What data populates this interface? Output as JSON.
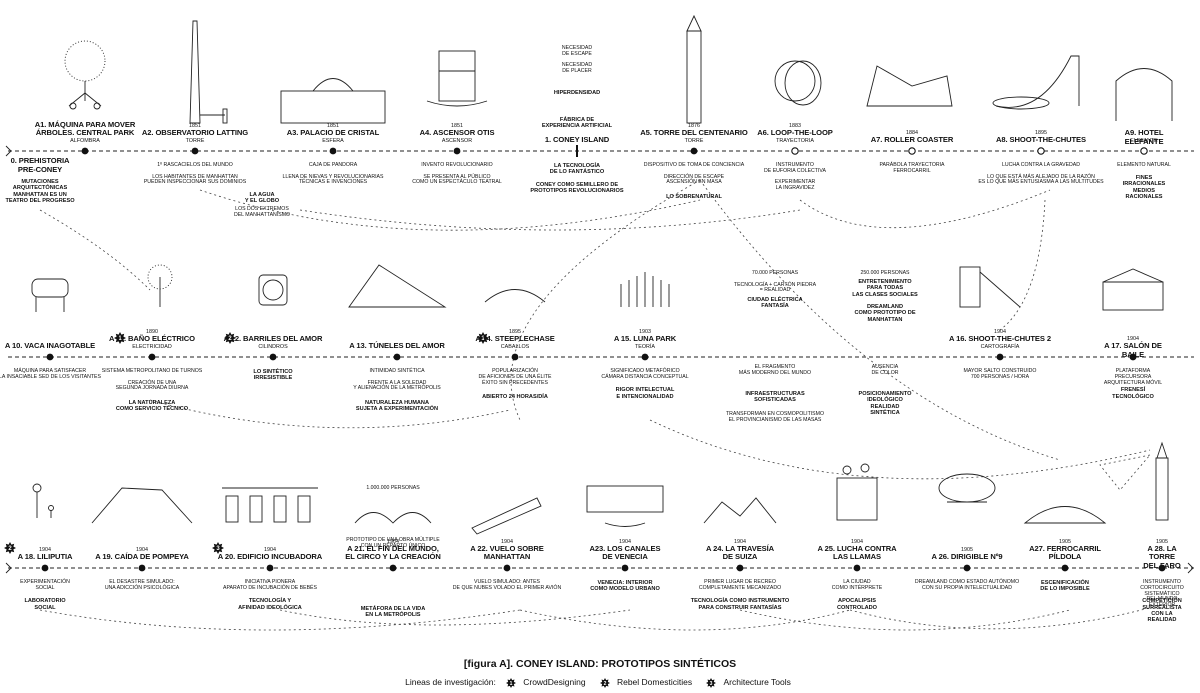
{
  "caption": "[figura A]. CONEY ISLAND: PROTOTIPOS SINTÉTICOS",
  "legend": {
    "label": "Lineas de investigación:",
    "items": [
      {
        "num": "1",
        "name": "CrowdDesigning"
      },
      {
        "num": "2",
        "name": "Rebel Domesticities"
      },
      {
        "num": "3",
        "name": "Architecture Tools"
      }
    ]
  },
  "nodes": [
    {
      "id": "a0",
      "row": 1,
      "title": "0. PREHISTORIA\nPRE-CONEY",
      "year": "",
      "sub": "",
      "desc": "",
      "bold": "MUTACIONES\nARQUITECTÓNICAS\nMANHATTAN ES UN\nTEATRO DEL PROGRESO",
      "marker": "none"
    },
    {
      "id": "a1",
      "row": 1,
      "title": "A1. MÁQUINA PARA MOVER\nÁRBOLES. CENTRAL PARK",
      "year": "",
      "sub": "ALFOMBRA",
      "desc": "",
      "bold": "",
      "marker": "filled"
    },
    {
      "id": "a2",
      "row": 1,
      "title": "A2. OBSERVATORIO LATTING",
      "year": "1851",
      "sub": "TORRE",
      "desc": "1º RASCACIELOS DEL MUNDO\n\nLOS HABITANTES DE MANHATTAN\nPUEDEN INSPECCIONAR SUS DOMINIOS",
      "bold": "",
      "marker": "filled"
    },
    {
      "id": "a3",
      "row": 1,
      "title": "A3. PALACIO DE CRISTAL",
      "year": "1851",
      "sub": "ESFERA",
      "desc": "CAJA DE PANDORA\n\nLLENA DE NIEVAS Y REVOLUCIONARIAS\nTÉCNICAS E INVENCIONES",
      "bold": "",
      "marker": "filled"
    },
    {
      "id": "a4",
      "row": 1,
      "title": "A4. ASCENSOR OTIS",
      "year": "1851",
      "sub": "ASCENSOR",
      "desc": "INVENTO REVOLUCIONARIO\n\nSE PRESENTA AL PÚBLICO\nCOMO UN ESPECTÁCULO TEATRAL",
      "bold": "",
      "marker": "filled"
    },
    {
      "id": "c1",
      "row": 1,
      "title": "1. CONEY ISLAND",
      "year": "",
      "sub": "",
      "desc": "",
      "bold": "LA TECNOLOGÍA\nDE LO FANTÁSTICO\n\nCONEY COMO SEMILLERO DE\nPROTOTIPOS REVOLUCIONARIOS",
      "marker": "tick"
    },
    {
      "id": "a5",
      "row": 1,
      "title": "A5. TORRE DEL CENTENARIO",
      "year": "1876",
      "sub": "TORRE",
      "desc": "DISPOSITIVO DE TOMA DE CONCIENCIA\n\nDIRECCIÓN DE ESCAPE\nASCENSIÓN EN MASA",
      "bold": "LO SOBRENATURAL",
      "marker": "filled"
    },
    {
      "id": "a6",
      "row": 1,
      "title": "A6. LOOP-THE-LOOP",
      "year": "1883",
      "sub": "TRAYECTORIA",
      "desc": "INSTRUMENTO\nDE EUFORIA COLECTIVA\n\nEXPERIMENTAR\nLA INGRAVIDEZ",
      "bold": "",
      "marker": "open"
    },
    {
      "id": "a7",
      "row": 1,
      "title": "A7. ROLLER COASTER",
      "year": "1884",
      "sub": "",
      "desc": "PARÁBOLA TRAYECTORIA\nFERROCARRIL",
      "bold": "",
      "marker": "open"
    },
    {
      "id": "a8",
      "row": 1,
      "title": "A8. SHOOT-THE-CHUTES",
      "year": "1895",
      "sub": "",
      "desc": "LUCHA CONTRA LA GRAVEDAD\n\nLO QUE ESTÁ MÁS ALEJADO DE LA RAZÓN\nES LO QUE MÁS ENTUSIASMA A LAS MULTITUDES",
      "bold": "",
      "marker": "open"
    },
    {
      "id": "a9",
      "row": 1,
      "title": "A9. HOTEL ELEFANTE",
      "year": "",
      "sub": "ELEFANTE",
      "desc": "ELEMENTO NATURAL",
      "bold": "FINES IRRACIONALES\nMEDIOS RACIONALES",
      "marker": "open"
    },
    {
      "id": "a10",
      "row": 2,
      "title": "A 10. VACA INAGOTABLE",
      "year": "",
      "sub": "",
      "desc": "MÁQUINA PARA SATISFACER\nLA INSACIABLE SED DE LOS VISITANTES",
      "bold": "",
      "marker": "filled"
    },
    {
      "id": "a11",
      "row": 2,
      "title": "A 11. BAÑO ELÉCTRICO",
      "year": "1890",
      "sub": "ELECTRICIDAD",
      "desc": "SISTEMA METROPOLITANO DE TURNOS\n\nCREACIÓN DE UNA\nSEGUNDA JORNADA DIURNA",
      "bold": "LA NATURALEZA\nCOMO SERVICIO TÉCNICO",
      "marker": "filled"
    },
    {
      "id": "a12",
      "row": 2,
      "title": "A 12. BARRILES DEL AMOR",
      "year": "",
      "sub": "CILINDROS",
      "desc": "",
      "bold": "LO SINTÉTICO\nIRRESISTIBLE",
      "marker": "filled"
    },
    {
      "id": "a13",
      "row": 2,
      "title": "A 13. TÚNELES DEL AMOR",
      "year": "",
      "sub": "",
      "desc": "INTIMIDAD SINTÉTICA\n\nFRENTE A LA SOLEDAD\nY ALIENACIÓN DE LA METRÓPOLIS",
      "bold": "NATURALEZA HUMANA\nSUJETA A EXPERIMENTACIÓN",
      "marker": "filled"
    },
    {
      "id": "a14",
      "row": 2,
      "title": "A 14. STEEPLECHASE",
      "year": "1895",
      "sub": "CABALLOS",
      "desc": "POPULARIZACIÓN\nDE AFICIONES DE UNA ÉLITE\nÉXITO SIN PRECEDENTES",
      "bold": "ABIERTO 24 HORAS/DÍA",
      "marker": "filled"
    },
    {
      "id": "a15",
      "row": 2,
      "title": "A 15. LUNA PARK",
      "year": "1903",
      "sub": "TEORÍA",
      "desc": "SIGNIFICADO METAFÓRICO\nCÁMARA DISTANCIA CONCEPTUAL",
      "bold": "RIGOR INTELECTUAL\nE INTENCIONALIDAD",
      "marker": "filled"
    },
    {
      "id": "t1",
      "row": 2,
      "title": "",
      "year": "",
      "sub": "",
      "desc": "70.000 PERSONAS\n\nTECNOLOGÍA + CARTÓN PIEDRA\n= REALIDAD",
      "bold": "CIUDAD ELÉCTRICA\nFANTASÍA",
      "marker": "none"
    },
    {
      "id": "t2",
      "row": 2,
      "title": "",
      "year": "",
      "sub": "",
      "desc": "EL FRAGMENTO\nMÁS MODERNO DEL MUNDO",
      "bold": "INFRAESTRUCTURAS\nSOFISTICADAS",
      "marker": "none"
    },
    {
      "id": "t3",
      "row": 2,
      "title": "",
      "year": "",
      "sub": "",
      "desc": "250.000 PERSONAS",
      "bold": "ENTRETENIMIENTO\nPARA TODAS\nLAS CLASES SOCIALES\n\nDREAMLAND\nCOMO PROTOTIPO DE\nMANHATTAN",
      "marker": "none"
    },
    {
      "id": "t4",
      "row": 2,
      "title": "",
      "year": "",
      "sub": "",
      "desc": "AUSENCIA\nDE COLOR",
      "bold": "POSICIONAMIENTO\nIDEOLÓGICO\nREALIDAD\nSINTÉTICA",
      "marker": "none"
    },
    {
      "id": "a16",
      "row": 2,
      "title": "A 16. SHOOT-THE-CHUTES 2",
      "year": "1904",
      "sub": "CARTOGRAFÍA",
      "desc": "MAYOR SALTO CONSTRUIDO\n700 PERSONAS / HORA",
      "bold": "",
      "marker": "filled"
    },
    {
      "id": "a17",
      "row": 2,
      "title": "A 17. SALÓN DE BAILE",
      "year": "1904",
      "sub": "",
      "desc": "PLATAFORMA PRECURSORA\nARQUITECTURA MÓVIL",
      "bold": "FRENESÍ\nTECNOLÓGICO",
      "marker": "filled"
    },
    {
      "id": "a18",
      "row": 3,
      "title": "A 18. LILIPUTIA",
      "year": "1904",
      "sub": "",
      "desc": "EXPERIMENTACIÓN\nSOCIAL",
      "bold": "LABORATORIO\nSOCIAL",
      "marker": "filled"
    },
    {
      "id": "a19",
      "row": 3,
      "title": "A 19. CAÍDA DE POMPEYA",
      "year": "1904",
      "sub": "",
      "desc": "EL DESASTRE SIMULADO:\nUNA ADICCIÓN PSICOLÓGICA",
      "bold": "",
      "marker": "filled"
    },
    {
      "id": "a20",
      "row": 3,
      "title": "A 20. EDIFICIO INCUBADORA",
      "year": "1904",
      "sub": "",
      "desc": "INICIATIVA PIONERA\nAPARATO DE INCUBACIÓN DE BEBÉS",
      "bold": "TECNOLOGÍA Y\nAFINIDAD IDEOLÓGICA",
      "marker": "filled"
    },
    {
      "id": "a21",
      "row": 3,
      "title": "A 21. EL FIN DEL MUNDO,\nEL CIRCO Y LA CREACIÓN",
      "year": "1904",
      "sub": "",
      "desc": "1.000.000 PERSONAS\n\n\n\n\n\n\n\n\nPROTOTIPO DE UNA OBRA MÚLTIPLE\nCON UN REPARTO ÚNICO",
      "bold": "METÁFORA DE LA VIDA\nEN LA METRÓPOLIS",
      "marker": "filled"
    },
    {
      "id": "a22",
      "row": 3,
      "title": "A 22. VUELO SOBRE\nMANHATTAN",
      "year": "1904",
      "sub": "",
      "desc": "VUELO SIMULADO: ANTES\nDE QUE NUBES VOLADO EL PRIMER AVIÓN",
      "bold": "",
      "marker": "filled"
    },
    {
      "id": "a23",
      "row": 3,
      "title": "A23. LOS CANALES\nDE VENECIA",
      "year": "1904",
      "sub": "",
      "desc": "",
      "bold": "VENECIA: INTERIOR\nCOMO MODELO URBANO",
      "marker": "filled"
    },
    {
      "id": "a24",
      "row": 3,
      "title": "A 24. LA TRAVESÍA\nDE SUIZA",
      "year": "1904",
      "sub": "",
      "desc": "PRIMER LUGAR DE RECREO\nCOMPLETAMENTE MECANIZADO",
      "bold": "TECNOLOGÍA COMO INSTRUMENTO\nPARA CONSTRUIR FANTASÍAS",
      "marker": "filled"
    },
    {
      "id": "a25",
      "row": 3,
      "title": "A 25. LUCHA CONTRA\nLAS LLAMAS",
      "year": "1904",
      "sub": "",
      "desc": "LA CIUDAD\nCOMO INTÉRPRETE",
      "bold": "APOCALIPSIS\nCONTROLADO",
      "marker": "filled"
    },
    {
      "id": "a26",
      "row": 3,
      "title": "A 26. DIRIGIBLE Nº9",
      "year": "1905",
      "sub": "",
      "desc": "DREAMLAND COMO ESTADO AUTÓNOMO\nCON SU PROPIA INTELECTUALIDAD",
      "bold": "",
      "marker": "filled"
    },
    {
      "id": "a27",
      "row": 3,
      "title": "A27. FERROCARRIL\nPÍLDOLA",
      "year": "1905",
      "sub": "",
      "desc": "",
      "bold": "ESCENIFICACIÓN\nDE LO IMPOSIBLE",
      "marker": "filled"
    },
    {
      "id": "a28",
      "row": 3,
      "title": "A 28. LA TORRE\nDEL FARO",
      "year": "1905",
      "sub": "",
      "desc": "INSTRUMENTO CORTOCIRCUITO\nSISTEMÁTICO DEL MUNDO EXTERIOR",
      "bold": "COMPETICIÓN SURREALISTA\nCON LA REALIDAD",
      "marker": "filled"
    }
  ],
  "extra_text": {
    "a4_top": "NECESIDAD\nDE ESCAPE\n\nNECESIDAD\nDE PLACER",
    "a4_top_bold": "HIPERDENSIDAD",
    "c1_top_bold": "FÁBRICA DE\nEXPERIENCIA ARTIFICIAL",
    "a2_bold": "LA AGUA\nY EL GLOBO",
    "a2_bold_desc": "LOS DOS EXTREMOS\nDEL MANHATTANISMO",
    "t2_desc2": "TRANSFORMAN EN COSMOPOLITISMO\nEL PROVINCIANISMO DE LAS MASAS"
  },
  "badges": {
    "a11": "1",
    "a12": "2",
    "a14": "1",
    "a18": "2",
    "a20": "3"
  }
}
